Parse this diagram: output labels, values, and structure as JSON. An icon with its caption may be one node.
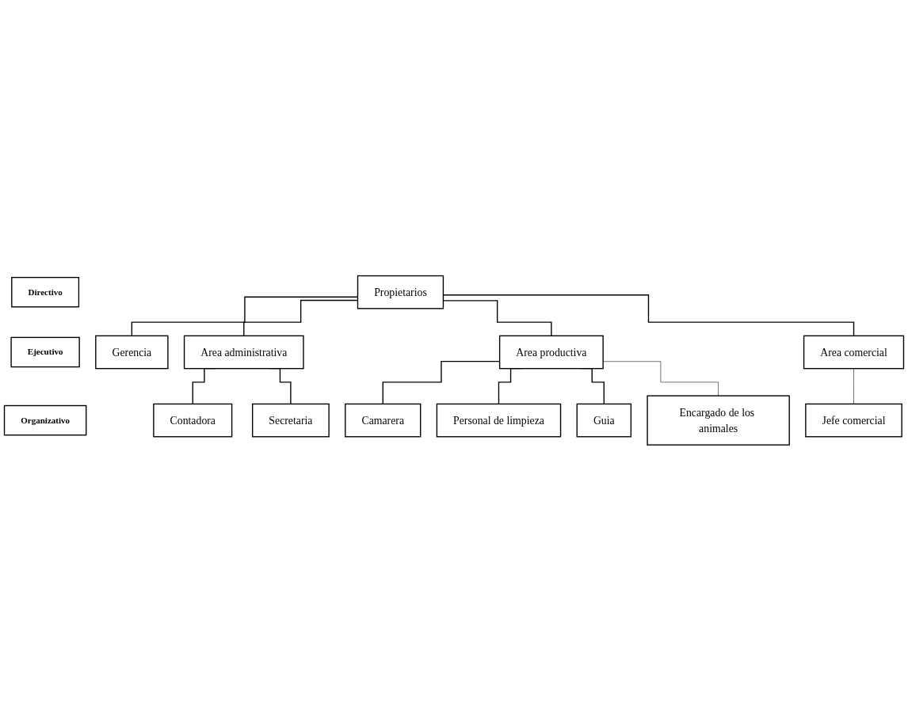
{
  "diagram": {
    "nodes": [
      {
        "text": [
          "Directivo"
        ]
      },
      {
        "text": [
          "Ejecutivo"
        ]
      },
      {
        "text": [
          "Organizativo"
        ]
      },
      {
        "text": [
          "Propietarios"
        ]
      },
      {
        "text": [
          "Gerencia"
        ]
      },
      {
        "text": [
          "Area administrativa"
        ]
      },
      {
        "text": [
          "Area productiva"
        ]
      },
      {
        "text": [
          "Area comercial"
        ]
      },
      {
        "text": [
          "Contadora"
        ]
      },
      {
        "text": [
          "Secretaria"
        ]
      },
      {
        "text": [
          "Camarera"
        ]
      },
      {
        "text": [
          "Personal de limpieza"
        ]
      },
      {
        "text": [
          "Guia"
        ]
      },
      {
        "text": [
          "Encargado de los animales"
        ]
      },
      {
        "text": [
          "Jefe comercial"
        ]
      }
    ],
    "edges": [
      {
        "from": 3,
        "to": 4,
        "arrow": "none"
      },
      {
        "from": 3,
        "to": 5,
        "arrow": "none"
      },
      {
        "from": 3,
        "to": 6,
        "arrow": "none"
      },
      {
        "from": 3,
        "to": 7,
        "arrow": "none"
      },
      {
        "from": 5,
        "to": 8,
        "arrow": "none"
      },
      {
        "from": 5,
        "to": 9,
        "arrow": "none"
      },
      {
        "from": 6,
        "to": 10,
        "arrow": "none"
      },
      {
        "from": 6,
        "to": 11,
        "arrow": "none"
      },
      {
        "from": 6,
        "to": 12,
        "arrow": "none"
      },
      {
        "from": 6,
        "to": 13,
        "arrow": "none"
      },
      {
        "from": 7,
        "to": 14,
        "arrow": "none"
      }
    ]
  }
}
